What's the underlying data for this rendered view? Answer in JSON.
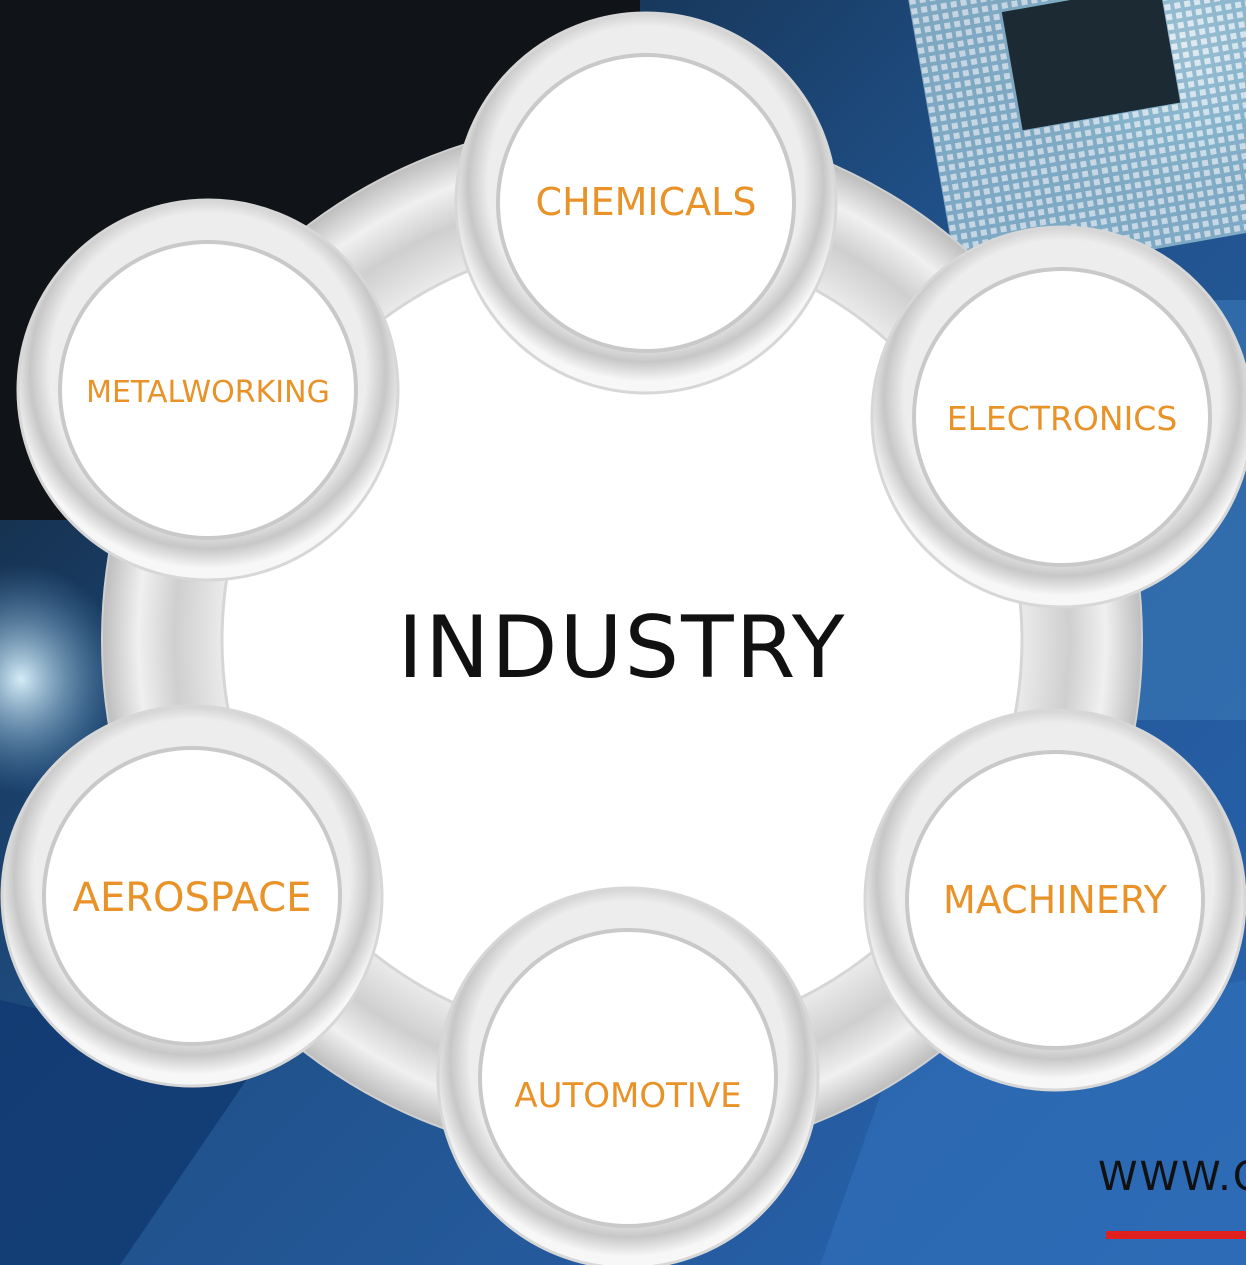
{
  "diagram": {
    "center_label": "INDUSTRY",
    "nodes": [
      {
        "id": "chemicals",
        "label": "CHEMICALS"
      },
      {
        "id": "electronics",
        "label": "ELECTRONICS"
      },
      {
        "id": "machinery",
        "label": "MACHINERY"
      },
      {
        "id": "automotive",
        "label": "AUTOMOTIVE"
      },
      {
        "id": "aerospace",
        "label": "AEROSPACE"
      },
      {
        "id": "metalworking",
        "label": "METALWORKING"
      }
    ]
  },
  "footer": {
    "url_text": "WWW.O"
  },
  "colors": {
    "label_orange": "#e89228",
    "center_text": "#111111",
    "underline_red": "#e0201e"
  }
}
